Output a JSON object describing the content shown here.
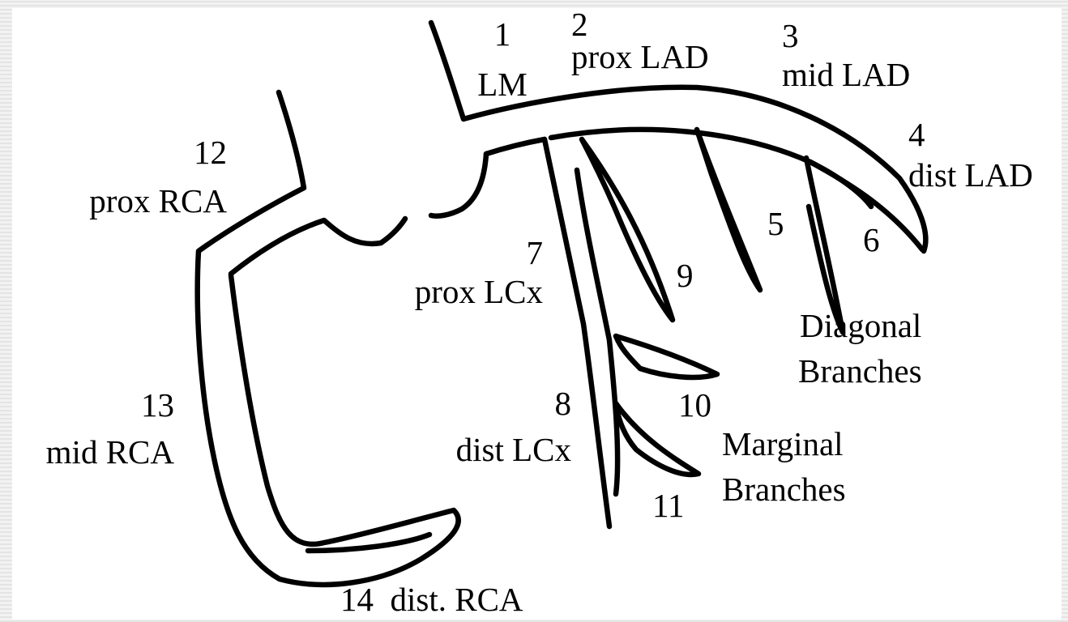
{
  "segments": [
    {
      "num": "1",
      "name": "LM"
    },
    {
      "num": "2",
      "name": "prox LAD"
    },
    {
      "num": "3",
      "name": "mid LAD"
    },
    {
      "num": "4",
      "name": "dist LAD"
    },
    {
      "num": "5"
    },
    {
      "num": "6"
    },
    {
      "num": "7",
      "name": "prox LCx"
    },
    {
      "num": "8",
      "name": "dist LCx"
    },
    {
      "num": "9"
    },
    {
      "num": "10"
    },
    {
      "num": "11"
    },
    {
      "num": "12",
      "name": "prox RCA"
    },
    {
      "num": "13",
      "name": "mid RCA"
    },
    {
      "num": "14",
      "name": "dist. RCA"
    }
  ],
  "groups": {
    "diagonal": {
      "line1": "Diagonal",
      "line2": "Branches"
    },
    "marginal": {
      "line1": "Marginal",
      "line2": "Branches"
    }
  }
}
